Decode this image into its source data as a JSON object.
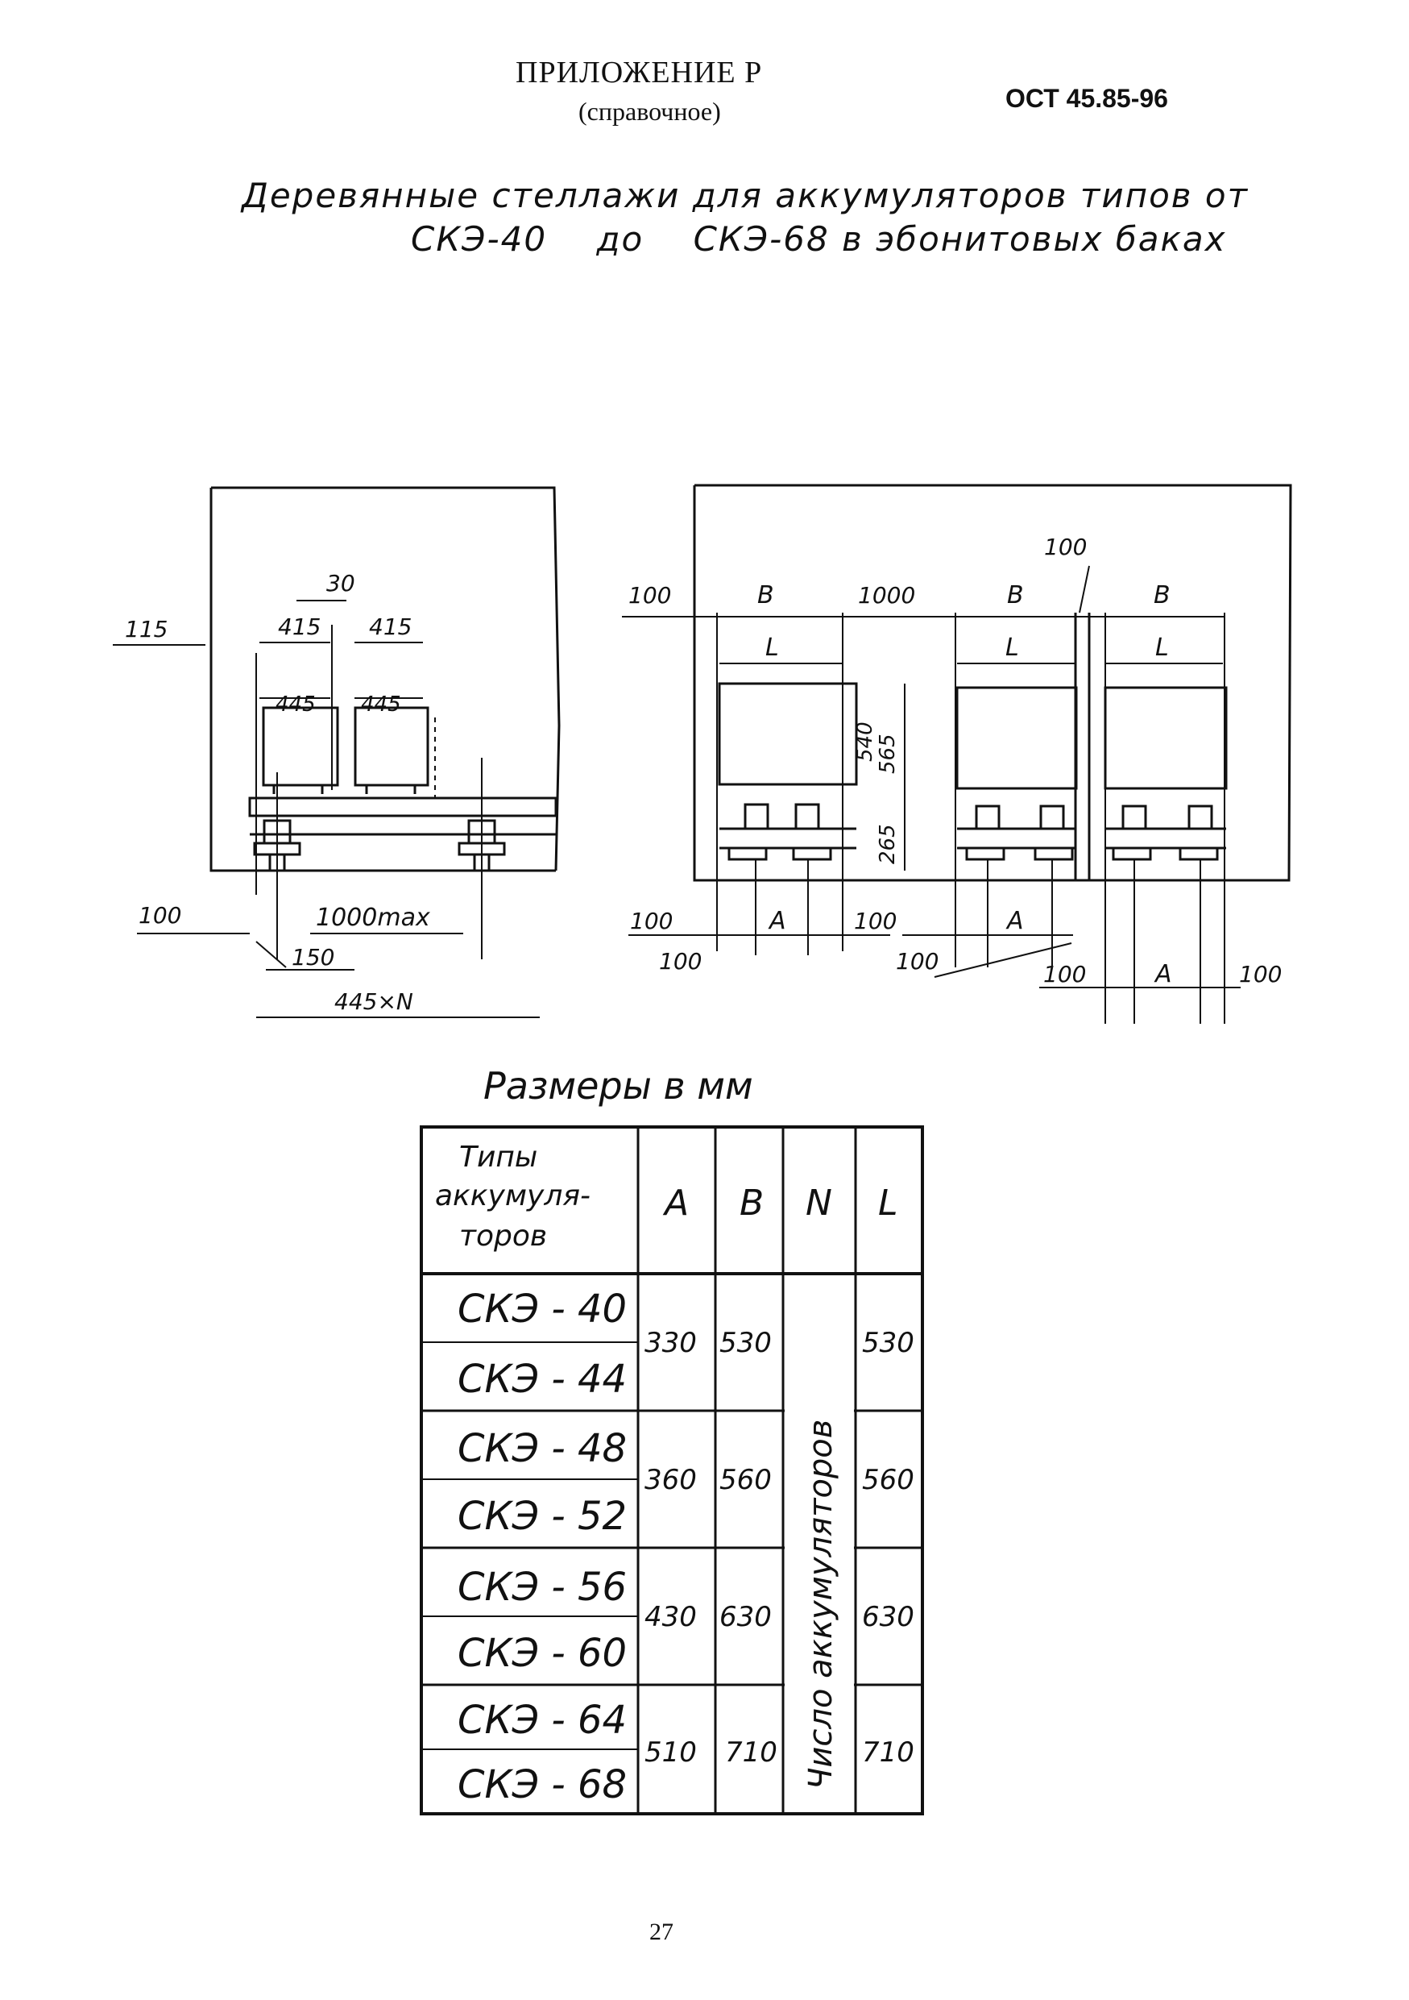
{
  "header": {
    "title": "ПРИЛОЖЕНИЕ Р",
    "subtitle": "(справочное)",
    "doc_code": "ОСТ 45.85-96"
  },
  "caption": {
    "line1": "Деревянные стеллажи для аккумуляторов типов от",
    "line2": "СКЭ-40    до    СКЭ-68 в эбонитовых баках"
  },
  "left_drawing": {
    "dims": [
      "30",
      "415",
      "415",
      "115",
      "445",
      "445",
      "100",
      "1000max",
      "150",
      "445×N"
    ]
  },
  "right_drawing": {
    "dims": [
      "100",
      "В",
      "1000",
      "В",
      "100",
      "В",
      "L",
      "L",
      "L",
      "540",
      "565",
      "265",
      "100",
      "A",
      "100",
      "100",
      "A",
      "100",
      "100",
      "A",
      "100"
    ]
  },
  "table": {
    "caption": "Размеры в мм",
    "headers": [
      "Типы аккумуля-торов",
      "A",
      "В",
      "N",
      "L"
    ],
    "types": [
      "СКЭ - 40",
      "СКЭ - 44",
      "СКЭ - 48",
      "СКЭ - 52",
      "СКЭ - 56",
      "СКЭ - 60",
      "СКЭ - 64",
      "СКЭ - 68"
    ],
    "groups": [
      {
        "A": "330",
        "B": "530",
        "L": "530"
      },
      {
        "A": "360",
        "B": "560",
        "L": "560"
      },
      {
        "A": "430",
        "B": "630",
        "L": "630"
      },
      {
        "A": "510",
        "B": "710",
        "L": "710"
      }
    ],
    "n_text": "Число аккумуляторов"
  },
  "page_number": "27"
}
